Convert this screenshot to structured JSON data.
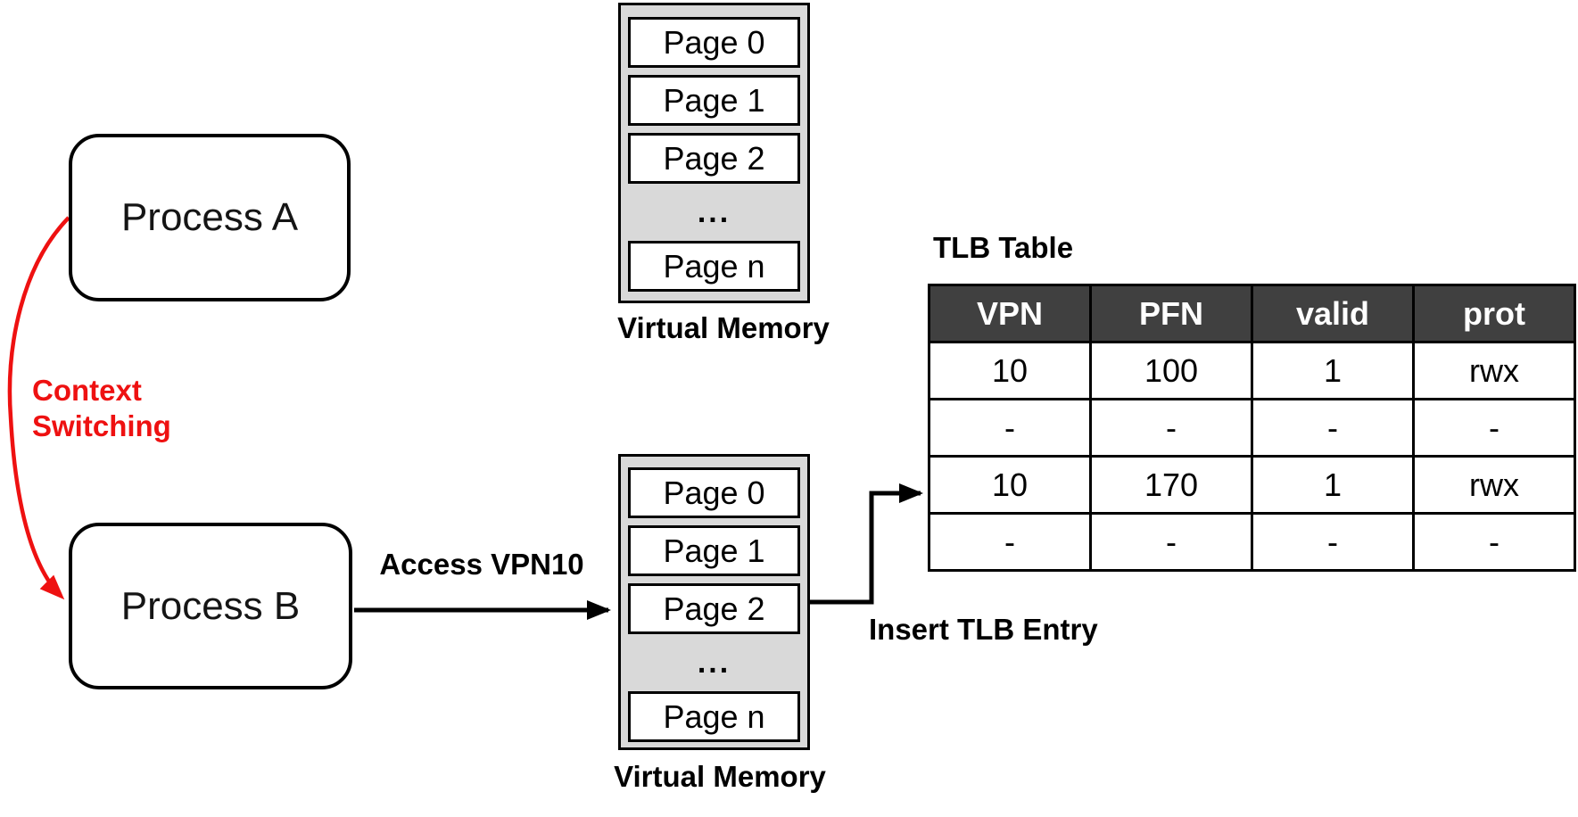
{
  "diagram": {
    "process_a": {
      "label": "Process A"
    },
    "process_b": {
      "label": "Process B"
    },
    "context_switching_label": "Context Switching",
    "access_label": "Access VPN10",
    "insert_label": "Insert TLB Entry",
    "virtual_memory": {
      "caption": "Virtual Memory",
      "pages": [
        "Page 0",
        "Page 1",
        "Page 2",
        "...",
        "Page n"
      ]
    },
    "tlb": {
      "title": "TLB Table",
      "headers": [
        "VPN",
        "PFN",
        "valid",
        "prot"
      ],
      "rows": [
        [
          "10",
          "100",
          "1",
          "rwx"
        ],
        [
          "-",
          "-",
          "-",
          "-"
        ],
        [
          "10",
          "170",
          "1",
          "rwx"
        ],
        [
          "-",
          "-",
          "-",
          "-"
        ]
      ]
    },
    "colors": {
      "arrow_red": "#ee1111",
      "stack_fill": "#d9d9d9",
      "table_header_bg": "#404040",
      "table_header_text": "#ffffff"
    }
  }
}
